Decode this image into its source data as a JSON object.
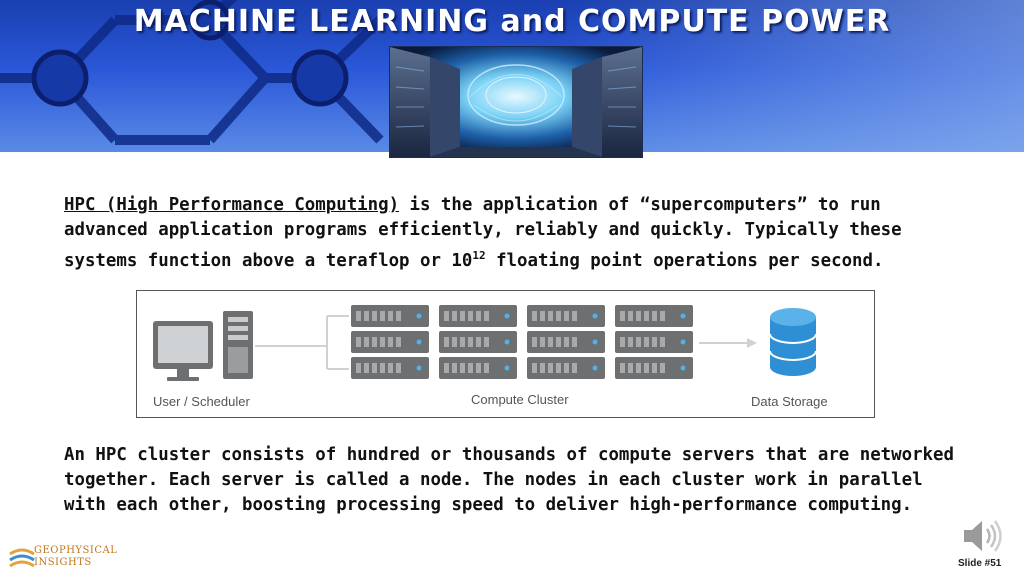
{
  "slide": {
    "title": "MACHINE LEARNING and COMPUTE POWER",
    "number_label": "Slide #51"
  },
  "paragraph1": {
    "term": "HPC (High Performance Computing)",
    "text_a": " is the application of “supercomputers” to run advanced application programs efficiently, reliably and quickly.  Typically these systems function above a teraflop or 10",
    "exponent": "12",
    "text_b": " floating point operations per second."
  },
  "diagram": {
    "user_label": "User / Scheduler",
    "cluster_label": "Compute Cluster",
    "storage_label": "Data Storage",
    "server_columns": 4,
    "servers_per_column": 3
  },
  "paragraph2": {
    "text": "An HPC cluster consists of hundred or thousands of compute servers that are networked together.  Each server is called a node.  The nodes in each cluster work in parallel with each other, boosting processing speed to deliver high-performance computing."
  },
  "logo": {
    "line1": "GEOPHYSICAL",
    "line2": "INSIGHTS"
  },
  "icons": {
    "speaker": "speaker-icon",
    "monitor": "monitor-icon",
    "tower": "tower-server-icon",
    "database": "database-icon"
  },
  "colors": {
    "banner_blue": "#2a57d8",
    "title_text": "#ffffff",
    "database_blue": "#2f8fd4",
    "logo_orange": "#c0761c"
  }
}
